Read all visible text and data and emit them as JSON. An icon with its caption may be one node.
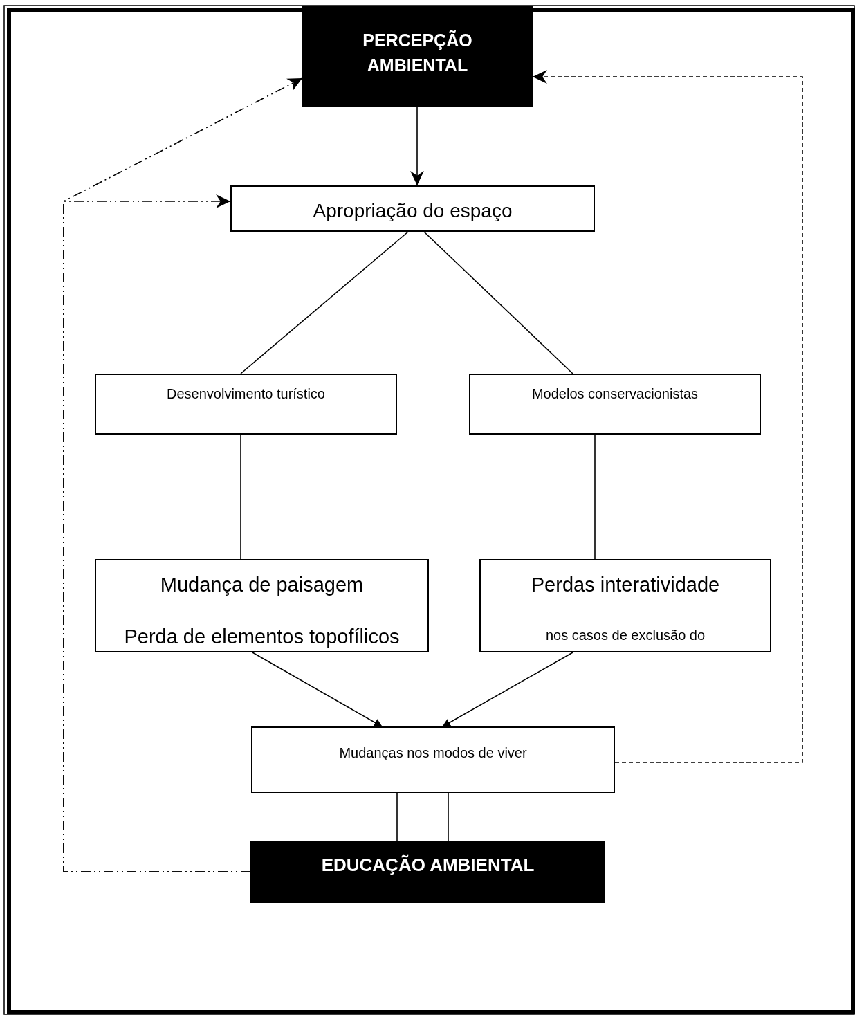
{
  "diagram": {
    "nodes": [
      {
        "text": [
          "PERCEPÇÃO AMBIENTAL"
        ]
      },
      {
        "text": [
          "Apropriação do espaço"
        ]
      },
      {
        "text": [
          "Desenvolvimento turístico"
        ]
      },
      {
        "text": [
          "Modelos conservacionistas"
        ]
      },
      {
        "text": [
          "Mudança de paisagem",
          "Perda de elementos topofílicos"
        ]
      },
      {
        "text": [
          "Perdas interatividade",
          "nos casos de exclusão do"
        ]
      },
      {
        "text": [
          "Mudanças nos modos de viver"
        ]
      },
      {
        "text": [
          "EDUCAÇÃO AMBIENTAL"
        ]
      }
    ],
    "edges": [
      {
        "from": 0,
        "to": 1,
        "arrow": "to"
      },
      {
        "from": 1,
        "to": 2,
        "arrow": "none"
      },
      {
        "from": 1,
        "to": 3,
        "arrow": "none"
      },
      {
        "from": 2,
        "to": 4,
        "arrow": "none"
      },
      {
        "from": 3,
        "to": 5,
        "arrow": "none"
      },
      {
        "from": 4,
        "to": 6,
        "arrow": "to"
      },
      {
        "from": 5,
        "to": 6,
        "arrow": "to"
      },
      {
        "from": 6,
        "to": 7,
        "arrow": "none"
      },
      {
        "from": 6,
        "to": 7,
        "arrow": "none"
      },
      {
        "from": 7,
        "to": 0,
        "arrow": "to",
        "style": "dashed"
      },
      {
        "from": 7,
        "to": 1,
        "arrow": "to",
        "style": "dashed"
      },
      {
        "from": 6,
        "to": 0,
        "arrow": "to",
        "style": "dashed"
      }
    ]
  }
}
